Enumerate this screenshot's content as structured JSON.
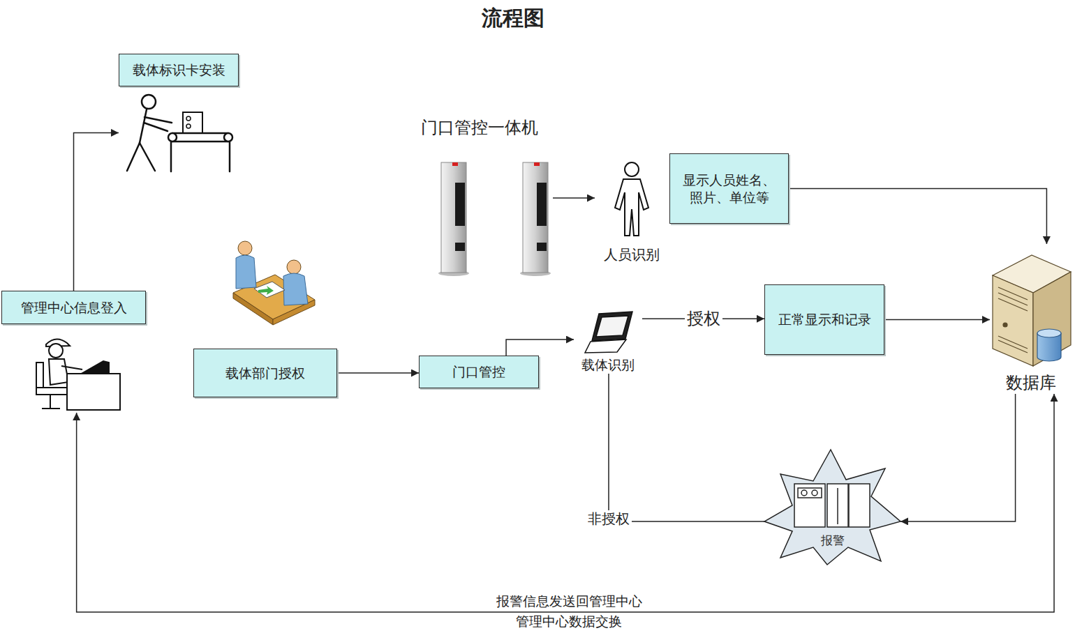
{
  "diagram": {
    "title": "流程图",
    "nodes": [
      {
        "text": [
          "载体标识卡安装"
        ]
      },
      {
        "text": [
          "门口管控一体机"
        ]
      },
      {
        "text": [
          "人员识别"
        ]
      },
      {
        "text": [
          "显示人员姓名、照片、单位等"
        ]
      },
      {
        "text": [
          "管理中心信息登入"
        ]
      },
      {
        "text": [
          "载体部门授权"
        ]
      },
      {
        "text": [
          "门口管控"
        ]
      },
      {
        "text": [
          "载体识别"
        ]
      },
      {
        "text": [
          "正常显示和记录"
        ]
      },
      {
        "text": [
          "数据库"
        ]
      },
      {
        "text": [
          "报警"
        ]
      }
    ],
    "edges": [
      {
        "from": 4,
        "to": 0,
        "arrow": "to"
      },
      {
        "from": 1,
        "to": 2,
        "arrow": "to"
      },
      {
        "from": 3,
        "to": 9,
        "arrow": "to"
      },
      {
        "from": 5,
        "to": 6,
        "arrow": "to"
      },
      {
        "from": 6,
        "to": 7,
        "arrow": "to"
      },
      {
        "from": 7,
        "to": 8,
        "label": "授权",
        "arrow": "to"
      },
      {
        "from": 8,
        "to": 9,
        "arrow": "to"
      },
      {
        "from": 7,
        "to": 10,
        "label": "非授权",
        "arrow": "none"
      },
      {
        "from": 9,
        "to": 10,
        "arrow": "to"
      },
      {
        "from": 9,
        "to": 4,
        "label": "报警信息发送回管理中心",
        "arrow": "both"
      }
    ],
    "labels": [
      "管理中心数据交换"
    ]
  }
}
